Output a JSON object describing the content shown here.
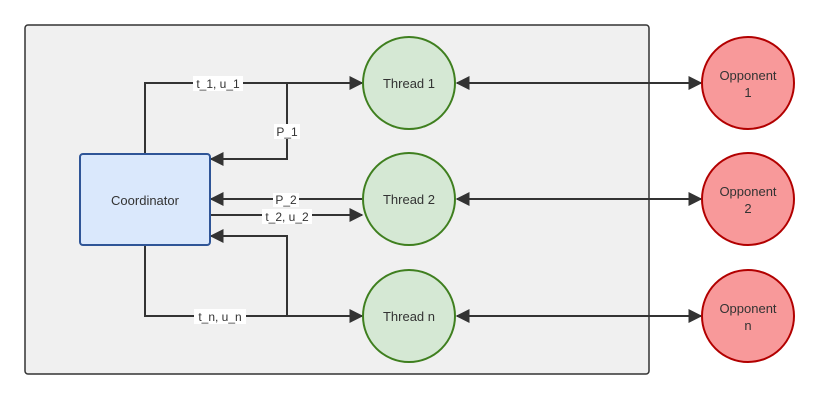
{
  "diagram": {
    "coordinator": {
      "label": "Coordinator"
    },
    "threads": [
      {
        "label": "Thread 1"
      },
      {
        "label": "Thread 2"
      },
      {
        "label": "Thread n"
      }
    ],
    "opponents": [
      {
        "label_line1": "Opponent",
        "label_line2": "1"
      },
      {
        "label_line1": "Opponent",
        "label_line2": "2"
      },
      {
        "label_line1": "Opponent",
        "label_line2": "n"
      }
    ],
    "edges": {
      "to_thread_1": "t_1, u_1",
      "from_thread_1": "P_1",
      "from_thread_2": "P_2",
      "to_thread_2": "t_2, u_2",
      "to_thread_n": "t_n, u_n"
    },
    "colors": {
      "container_fill": "#f0f0f0",
      "container_stroke": "#333333",
      "coordinator_fill": "#dae8fc",
      "coordinator_stroke": "#2f5597",
      "thread_fill": "#d5e8d4",
      "thread_stroke": "#3f7f1f",
      "opponent_fill": "#f8999a",
      "opponent_stroke": "#b20000",
      "line": "#333333"
    }
  }
}
